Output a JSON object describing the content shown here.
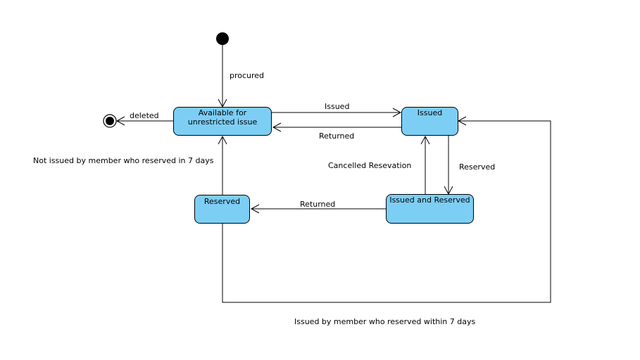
{
  "colors": {
    "state_fill": "#7dcef5",
    "line": "#000000",
    "background": "#ffffff"
  },
  "states": {
    "available": "Available for unrestricted issue",
    "issued": "Issued",
    "issued_and_reserved": "Issued and Reserved",
    "reserved": "Reserved"
  },
  "pseudo_states": {
    "initial": "initial-node",
    "final": "final-node"
  },
  "transitions": {
    "procured": "procured",
    "deleted": "deleted",
    "issued": "Issued",
    "returned_to_available": "Returned",
    "reserved": "Reserved",
    "cancelled_reservation": "Cancelled Resevation",
    "returned_to_reserved": "Returned",
    "not_issued_in_7_days": "Not issued by member who reserved in 7 days",
    "issued_within_7_days": "Issued by member who reserved within 7 days"
  }
}
